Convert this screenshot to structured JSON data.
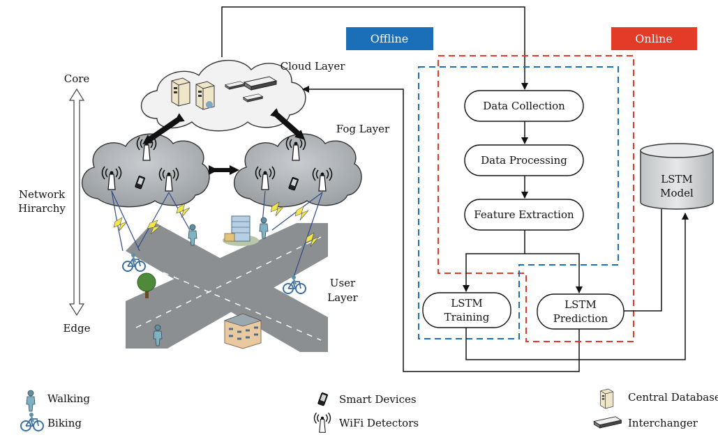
{
  "layers": {
    "cloud": "Cloud Layer",
    "fog": "Fog Layer",
    "user_line1": "User",
    "user_line2": "Layer"
  },
  "hierarchy": {
    "top": "Core",
    "bottom": "Edge",
    "title_line1": "Network",
    "title_line2": "Hirarchy"
  },
  "modes": {
    "offline": "Offline",
    "online": "Online",
    "offline_color": "#1b6fb8",
    "online_color": "#e23b27"
  },
  "pipeline": {
    "collection": "Data Collection",
    "processing": "Data Processing",
    "feature": "Feature Extraction",
    "training_line1": "LSTM",
    "training_line2": "Training",
    "prediction_line1": "LSTM",
    "prediction_line2": "Prediction"
  },
  "model": {
    "line1": "LSTM",
    "line2": "Model"
  },
  "legend": {
    "walking": "Walking",
    "biking": "Biking",
    "smart_devices": "Smart Devices",
    "wifi": "WiFi Detectors",
    "database": "Central Database",
    "interchanger": "Interchanger"
  }
}
